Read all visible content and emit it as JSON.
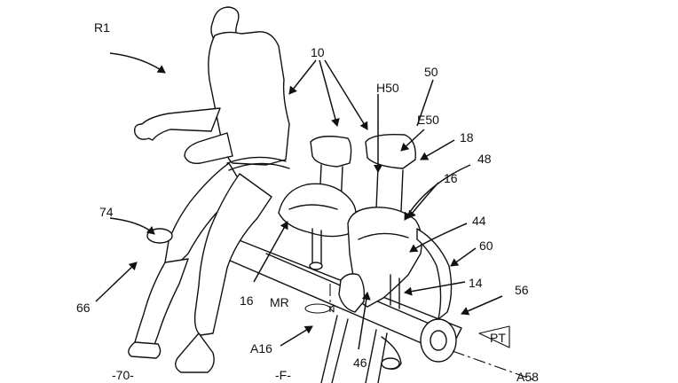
{
  "figure": {
    "labels": {
      "r1": "R1",
      "l10": "10",
      "h50": "H50",
      "l50": "50",
      "e50": "E50",
      "l18": "18",
      "l48": "48",
      "l16_right": "16",
      "l74": "74",
      "l44": "44",
      "l60": "60",
      "l66": "66",
      "l16_left": "16",
      "l14": "14",
      "mr": "MR",
      "l56": "56",
      "pt": "PT",
      "a16": "A16",
      "l46": "46",
      "l70": "-70-",
      "f": "-F-",
      "a58": "A58"
    }
  }
}
